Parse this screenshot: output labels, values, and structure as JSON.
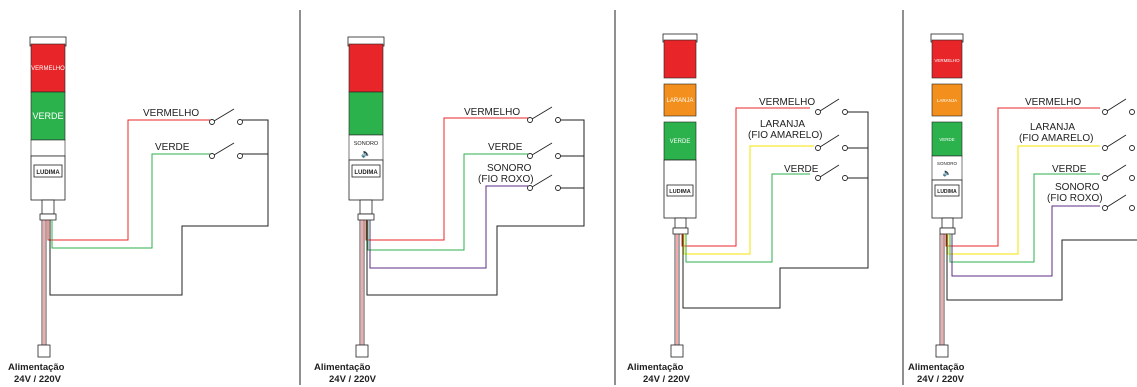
{
  "colors": {
    "red": "#e8262a",
    "green": "#2bb24c",
    "orange": "#f3901d",
    "yellow": "#f4e400",
    "purple": "#5b2c83",
    "wire_black": "#222222"
  },
  "logo_text": "LUDIMA",
  "panels": [
    {
      "segments": [
        "VERMELHO",
        "VERDE"
      ],
      "sonoro_label": "",
      "switch_labels": [
        "VERMELHO",
        "VERDE"
      ],
      "footer_title": "Alimentação",
      "footer_voltage": "24V / 220V"
    },
    {
      "segments": [
        "",
        ""
      ],
      "sonoro_label": "SONORO",
      "switch_labels": [
        "VERMELHO",
        "VERDE",
        "SONORO",
        "(FIO ROXO)"
      ],
      "footer_title": "Alimentação",
      "footer_voltage": "24V / 220V"
    },
    {
      "segments": [
        "",
        "LARANJA",
        "VERDE"
      ],
      "sonoro_label": "",
      "switch_labels": [
        "VERMELHO",
        "LARANJA",
        "(FIO AMARELO)",
        "VERDE"
      ],
      "footer_title": "Alimentação",
      "footer_voltage": "24V / 220V"
    },
    {
      "segments": [
        "VERMELHO",
        "LARANJA",
        "VERDE"
      ],
      "sonoro_label": "SONORO",
      "switch_labels": [
        "VERMELHO",
        "LARANJA",
        "(FIO AMARELO)",
        "VERDE",
        "SONORO",
        "(FIO ROXO)"
      ],
      "footer_title": "Alimentação",
      "footer_voltage": "24V / 220V"
    }
  ]
}
